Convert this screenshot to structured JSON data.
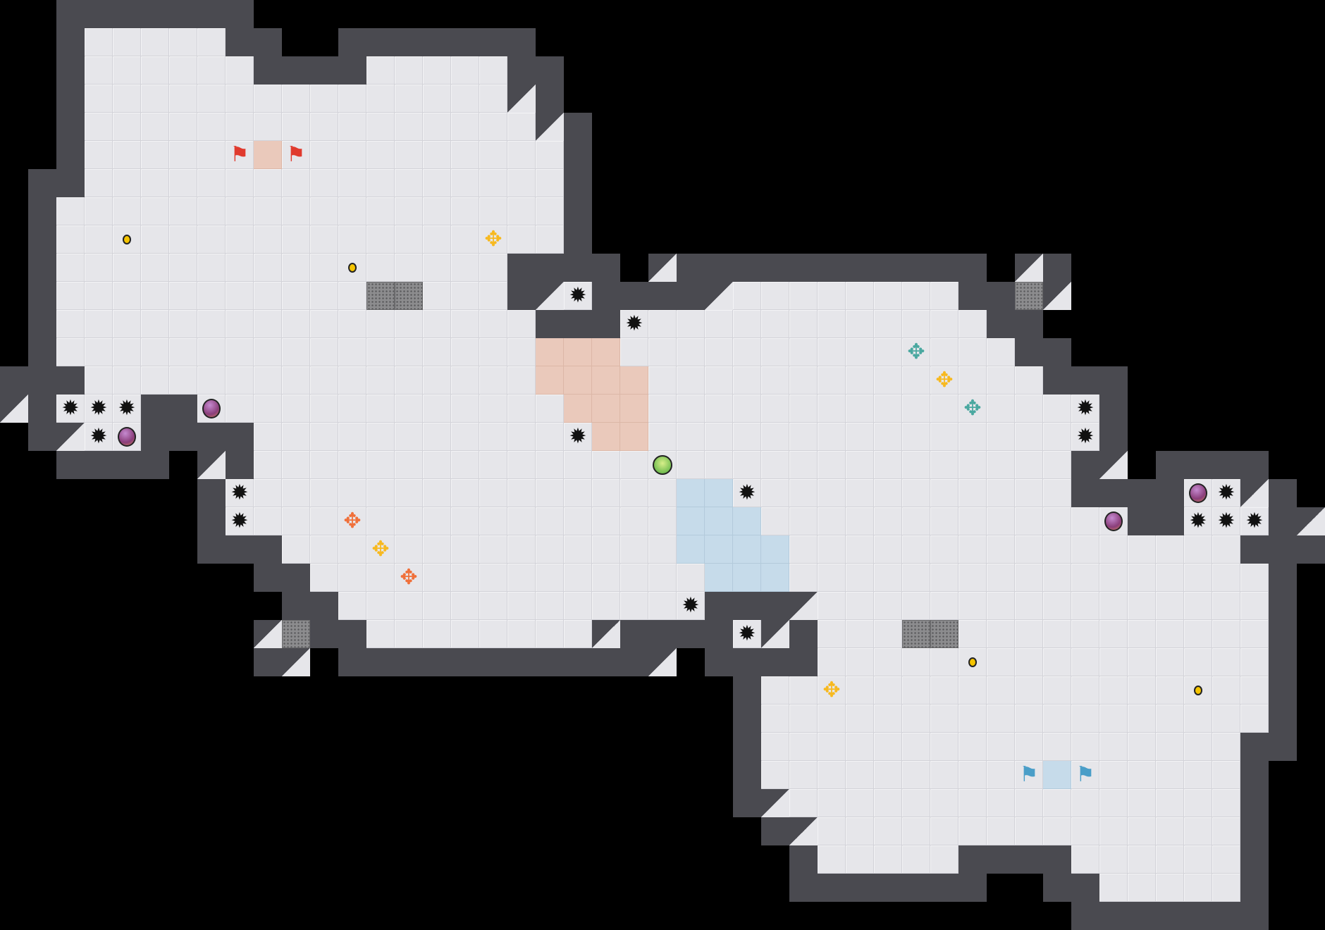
{
  "map": {
    "type": "capture-the-flag arena",
    "teams": [
      "red",
      "blue"
    ]
  },
  "colors": {
    "background": "#000000",
    "wall": "#4a4a50",
    "floor": "#e6e6ea",
    "red_zone": "#eac9bb",
    "blue_zone": "#c6dbea",
    "gate": "#8c8c8e",
    "red_flag": "#e03a2e",
    "blue_flag": "#4a9ec8",
    "boost_yellow": "#f7b920",
    "boost_orange": "#f0703a",
    "boost_teal": "#4aa8a0",
    "coin": "#f5c400"
  },
  "icons": {
    "spike": "✹",
    "flag": "⚑",
    "boost": "✥"
  }
}
